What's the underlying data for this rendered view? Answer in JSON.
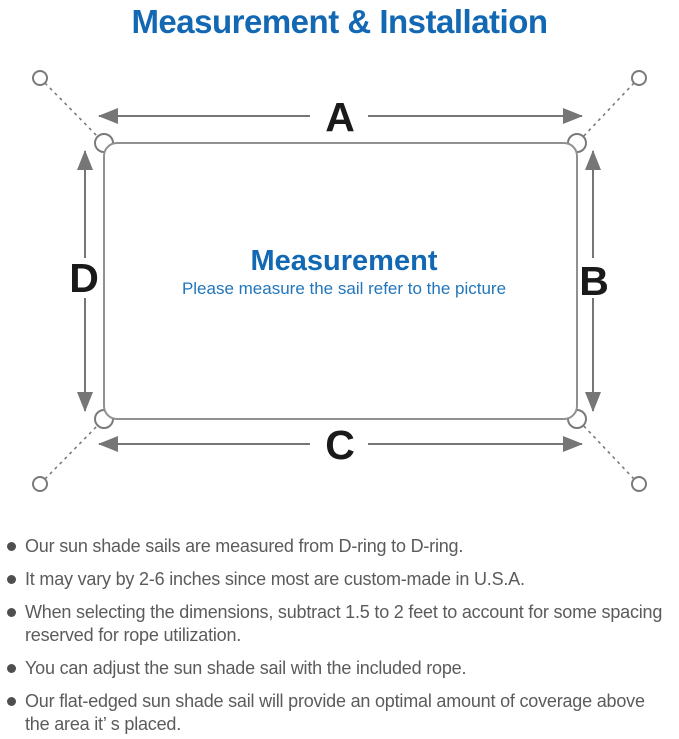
{
  "title": "Measurement & Installation",
  "diagram": {
    "labels": {
      "top": "A",
      "right": "B",
      "bottom": "C",
      "left": "D"
    },
    "center_heading": "Measurement",
    "center_subheading": "Please measure the sail refer to the picture",
    "colors": {
      "accent_blue": "#1268b3",
      "subheading_blue": "#2176bc",
      "line_gray": "#767676",
      "label_black": "#1a1a1a",
      "body_text_gray": "#5b5b5b"
    }
  },
  "notes": {
    "items": [
      "Our sun shade sails are measured from D-ring to D-ring.",
      "It may vary by 2-6 inches since most are custom-made in U.S.A.",
      "When selecting the dimensions, subtract 1.5 to 2 feet to account for some spacing\nreserved for rope utilization.",
      "You can adjust the sun shade sail with the included rope.",
      "Our flat-edged sun shade sail will provide an optimal amount of coverage above\nthe area it’ s placed."
    ]
  }
}
